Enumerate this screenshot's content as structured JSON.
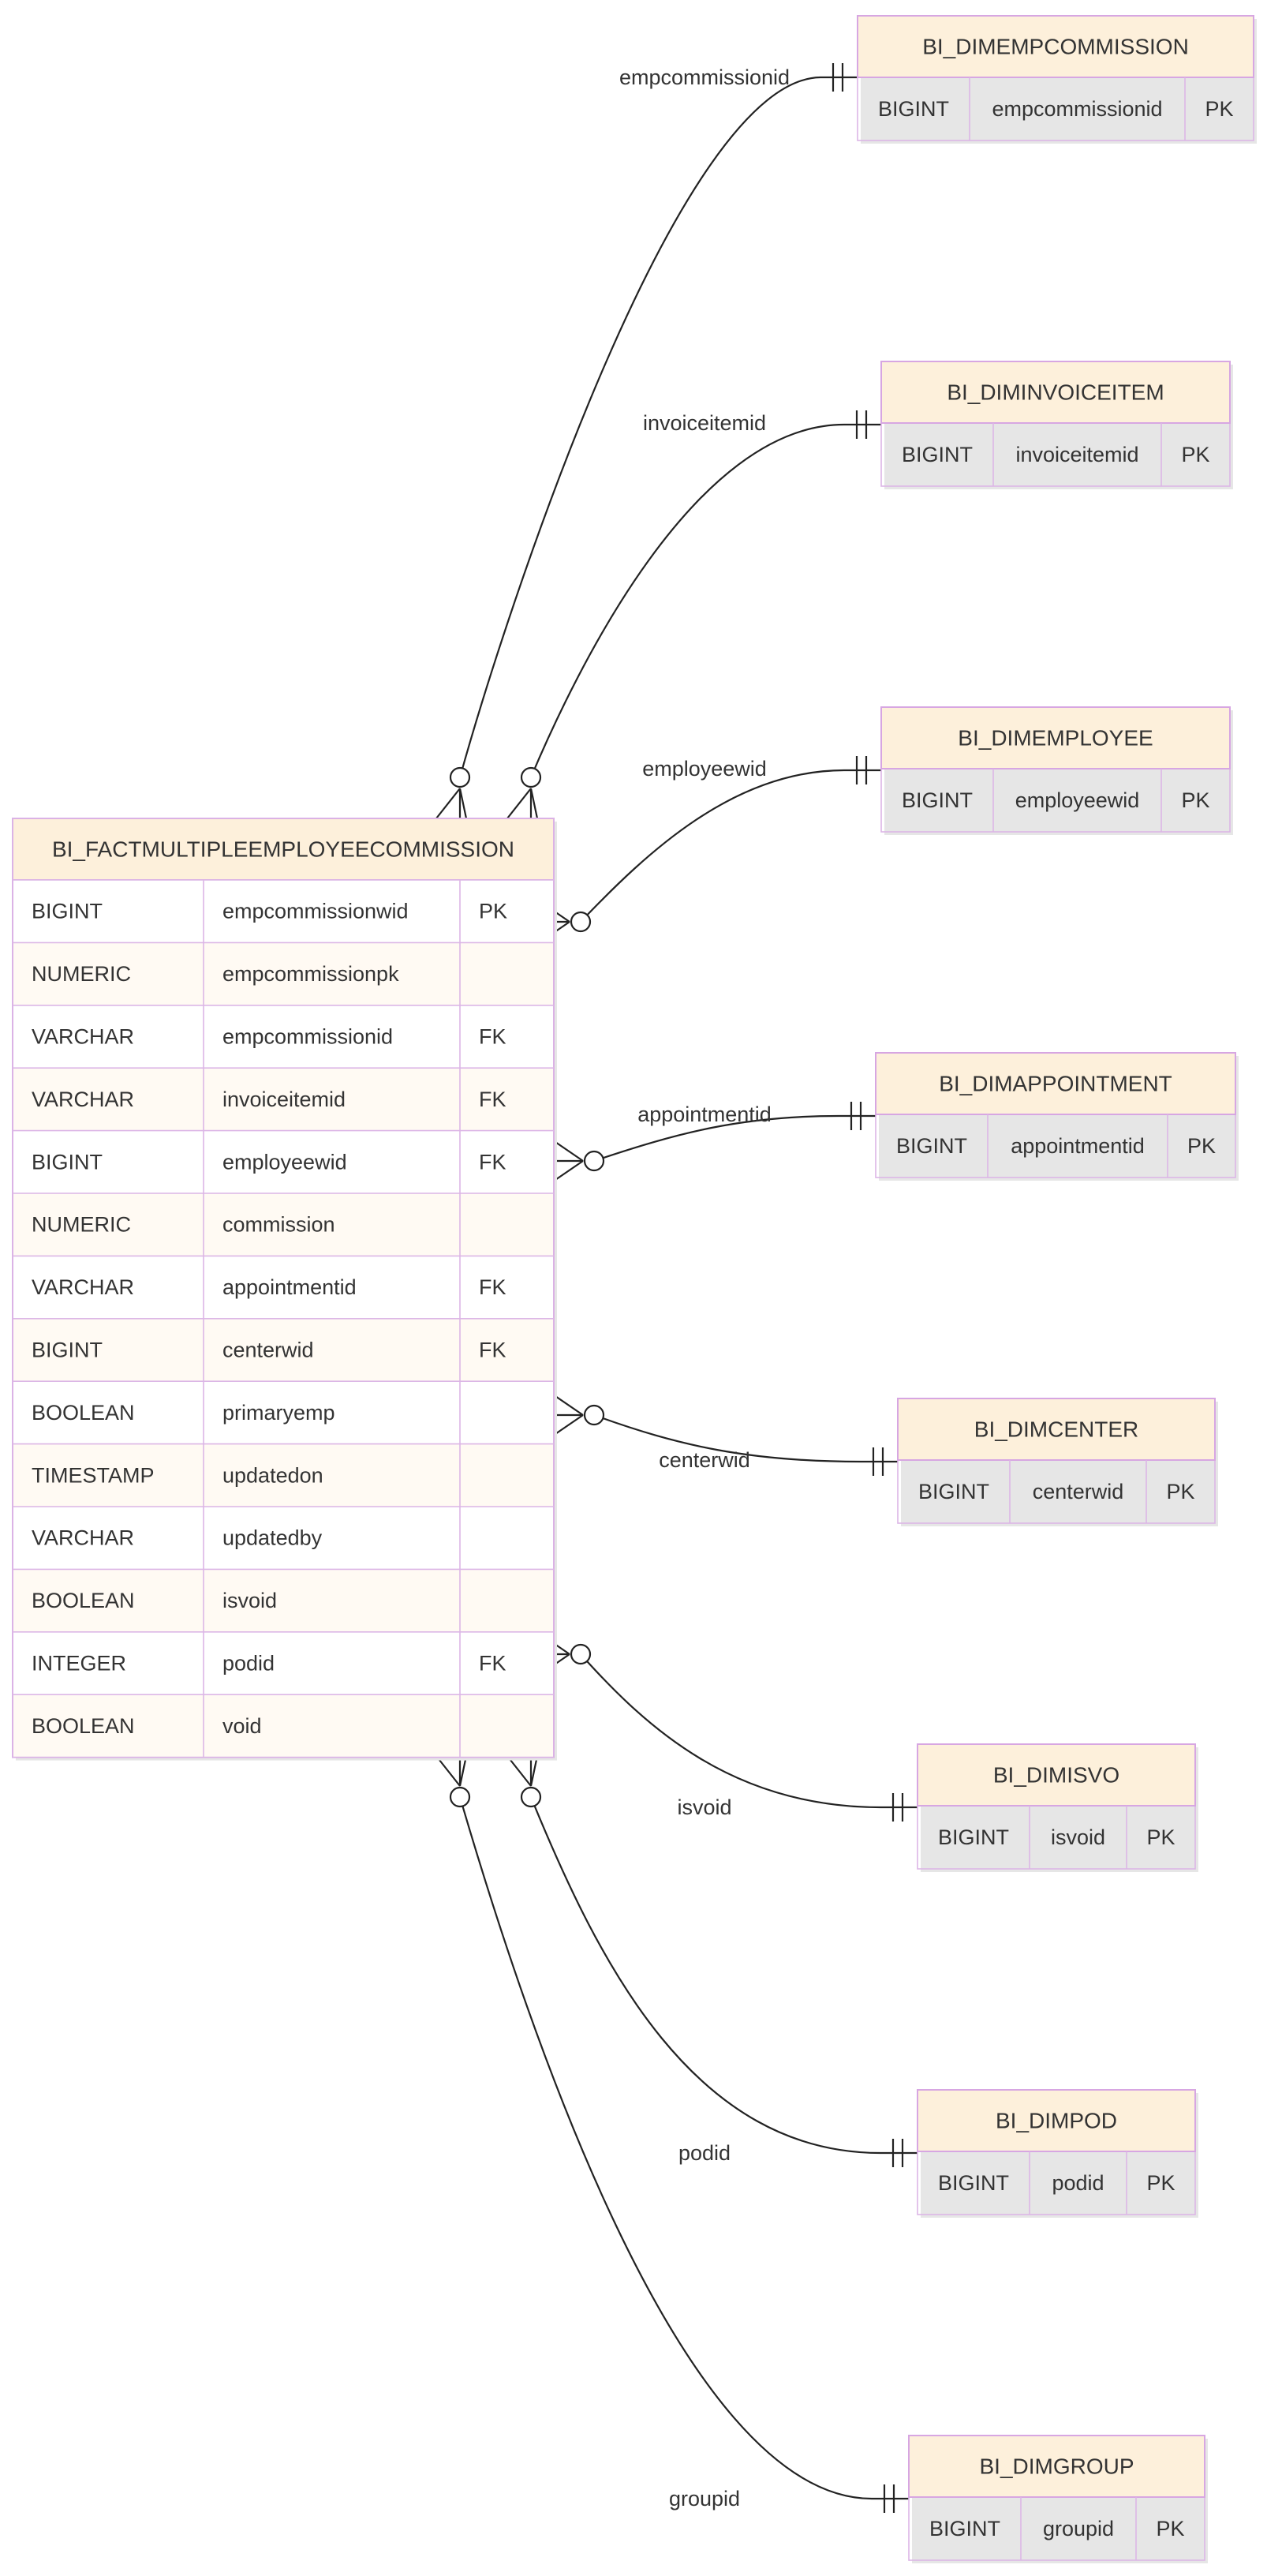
{
  "fact_table": {
    "name": "BI_FACTMULTIPLEEMPLOYEECOMMISSION",
    "columns": [
      {
        "type": "BIGINT",
        "name": "empcommissionwid",
        "key": "PK"
      },
      {
        "type": "NUMERIC",
        "name": "empcommissionpk",
        "key": ""
      },
      {
        "type": "VARCHAR",
        "name": "empcommissionid",
        "key": "FK"
      },
      {
        "type": "VARCHAR",
        "name": "invoiceitemid",
        "key": "FK"
      },
      {
        "type": "BIGINT",
        "name": "employeewid",
        "key": "FK"
      },
      {
        "type": "NUMERIC",
        "name": "commission",
        "key": ""
      },
      {
        "type": "VARCHAR",
        "name": "appointmentid",
        "key": "FK"
      },
      {
        "type": "BIGINT",
        "name": "centerwid",
        "key": "FK"
      },
      {
        "type": "BOOLEAN",
        "name": "primaryemp",
        "key": ""
      },
      {
        "type": "TIMESTAMP",
        "name": "updatedon",
        "key": ""
      },
      {
        "type": "VARCHAR",
        "name": "updatedby",
        "key": ""
      },
      {
        "type": "BOOLEAN",
        "name": "isvoid",
        "key": ""
      },
      {
        "type": "INTEGER",
        "name": "podid",
        "key": "FK"
      },
      {
        "type": "BOOLEAN",
        "name": "void",
        "key": ""
      }
    ]
  },
  "dimension_tables": [
    {
      "name": "BI_DIMEMPCOMMISSION",
      "column": {
        "type": "BIGINT",
        "name": "empcommissionid",
        "key": "PK"
      }
    },
    {
      "name": "BI_DIMINVOICEITEM",
      "column": {
        "type": "BIGINT",
        "name": "invoiceitemid",
        "key": "PK"
      }
    },
    {
      "name": "BI_DIMEMPLOYEE",
      "column": {
        "type": "BIGINT",
        "name": "employeewid",
        "key": "PK"
      }
    },
    {
      "name": "BI_DIMAPPOINTMENT",
      "column": {
        "type": "BIGINT",
        "name": "appointmentid",
        "key": "PK"
      }
    },
    {
      "name": "BI_DIMCENTER",
      "column": {
        "type": "BIGINT",
        "name": "centerwid",
        "key": "PK"
      }
    },
    {
      "name": "BI_DIMISVO",
      "column": {
        "type": "BIGINT",
        "name": "isvoid",
        "key": "PK"
      }
    },
    {
      "name": "BI_DIMPOD",
      "column": {
        "type": "BIGINT",
        "name": "podid",
        "key": "PK"
      }
    },
    {
      "name": "BI_DIMGROUP",
      "column": {
        "type": "BIGINT",
        "name": "groupid",
        "key": "PK"
      }
    }
  ],
  "relationships": [
    {
      "label": "empcommissionid",
      "from_cardinality": "zero-or-many",
      "to_cardinality": "exactly-one"
    },
    {
      "label": "invoiceitemid",
      "from_cardinality": "zero-or-many",
      "to_cardinality": "exactly-one"
    },
    {
      "label": "employeewid",
      "from_cardinality": "zero-or-many",
      "to_cardinality": "exactly-one"
    },
    {
      "label": "appointmentid",
      "from_cardinality": "zero-or-many",
      "to_cardinality": "exactly-one"
    },
    {
      "label": "centerwid",
      "from_cardinality": "zero-or-many",
      "to_cardinality": "exactly-one"
    },
    {
      "label": "isvoid",
      "from_cardinality": "zero-or-many",
      "to_cardinality": "exactly-one"
    },
    {
      "label": "podid",
      "from_cardinality": "zero-or-many",
      "to_cardinality": "exactly-one"
    },
    {
      "label": "groupid",
      "from_cardinality": "zero-or-many",
      "to_cardinality": "exactly-one"
    }
  ]
}
